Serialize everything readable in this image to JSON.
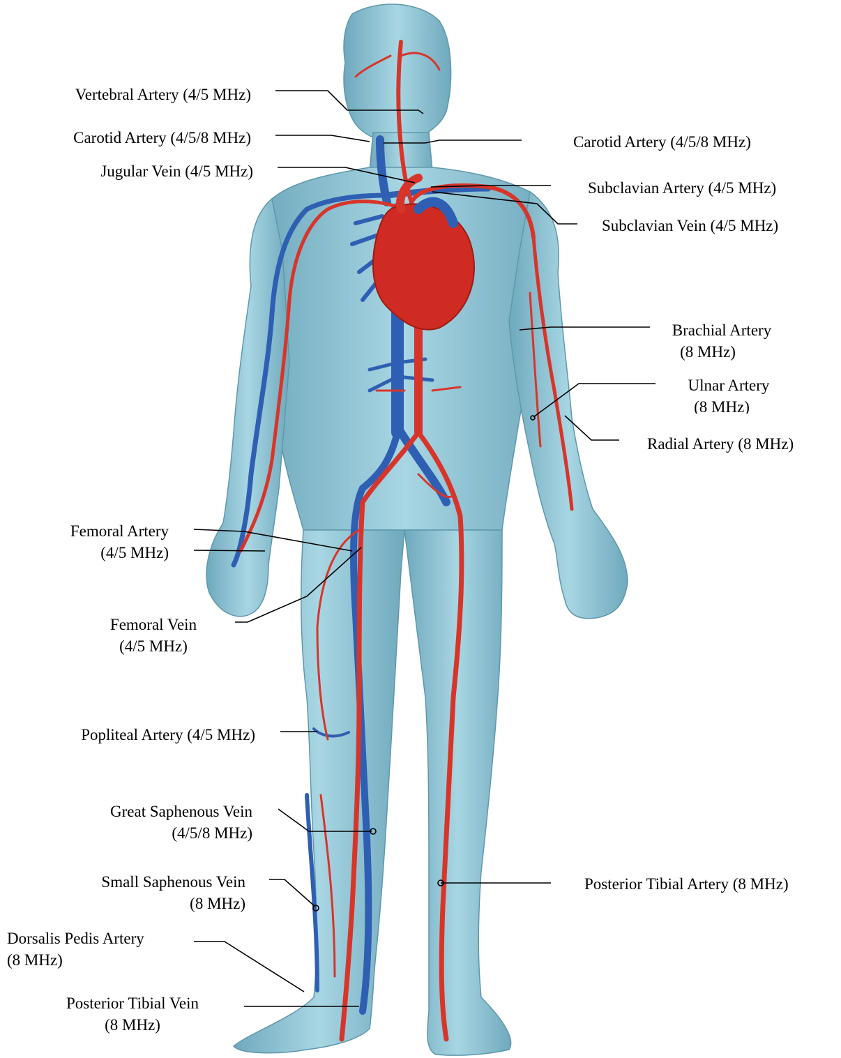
{
  "colors": {
    "skin": "#92c6d6",
    "skin_shade": "#6fa9bd",
    "artery": "#d8352a",
    "vein": "#2f5fb3",
    "heart": "#cf2b22",
    "leader": "#000000"
  },
  "labels": {
    "vertebral_artery": "Vertebral  Artery  (4/5  MHz)",
    "carotid_artery_left": "Carotid  Artery  (4/5/8  MHz)",
    "jugular_vein": "Jugular Vein (4/5 MHz)",
    "carotid_artery_right": "Carotid Artery (4/5/8 MHz)",
    "subclavian_artery": "Subclavian Artery (4/5 MHz)",
    "subclavian_vein": "Subclavian Vein (4/5 MHz)",
    "brachial_artery": [
      "Brachial Artery",
      "(8 MHz)"
    ],
    "ulnar_artery": [
      "Ulnar Artery",
      "(8 MHz)"
    ],
    "radial_artery": "Radial Artery (8 MHz)",
    "femoral_artery": [
      "Femoral Artery",
      "(4/5 MHz)"
    ],
    "femoral_vein": [
      "Femoral Vein",
      "(4/5 MHz)"
    ],
    "popliteal_artery": "Popliteal Artery (4/5 MHz)",
    "great_saphenous_vein": [
      "Great Saphenous Vein",
      "(4/5/8 MHz)"
    ],
    "small_saphenous_vein": [
      "Small Saphenous Vein",
      "(8 MHz)"
    ],
    "posterior_tibial_artery": "Posterior Tibial Artery (8 MHz)",
    "dorsalis_pedis_artery": [
      "Dorsalis Pedis Artery",
      "(8 MHz)"
    ],
    "posterior_tibial_vein": [
      "Posterior Tibial Vein",
      "(8 MHz)"
    ]
  }
}
